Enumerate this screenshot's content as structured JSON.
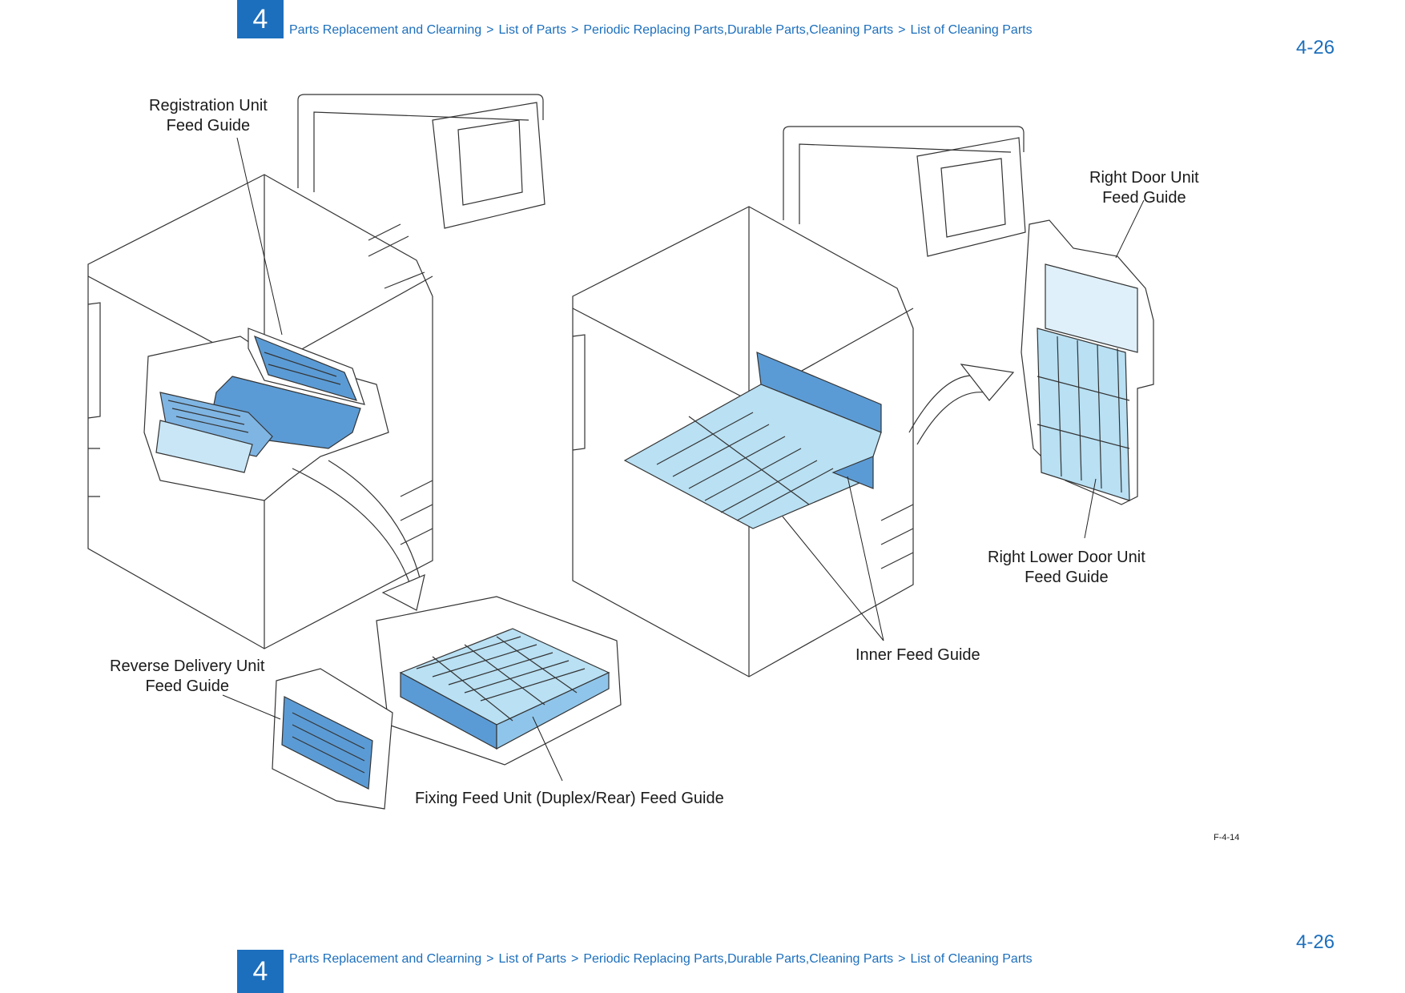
{
  "header": {
    "chapter_number": "4",
    "breadcrumb": [
      "Parts Replacement and Clearning",
      "List of Parts",
      "Periodic Replacing Parts,Durable Parts,Cleaning Parts",
      "List of Cleaning Parts"
    ],
    "page_number": "4-26"
  },
  "labels": {
    "registration_line1": "Registration Unit",
    "registration_line2": "Feed Guide",
    "right_door_line1": "Right Door Unit",
    "right_door_line2": "Feed Guide",
    "right_lower_line1": "Right Lower Door Unit",
    "right_lower_line2": "Feed Guide",
    "inner_feed": "Inner Feed Guide",
    "reverse_line1": "Reverse Delivery Unit",
    "reverse_line2": "Feed Guide",
    "fixing_feed": "Fixing Feed Unit (Duplex/Rear) Feed Guide"
  },
  "figure_id": "F-4-14",
  "footer": {
    "chapter_number": "4",
    "breadcrumb": [
      "Parts Replacement and Clearning",
      "List of Parts",
      "Periodic Replacing Parts,Durable Parts,Cleaning Parts",
      "List of Cleaning Parts"
    ],
    "page_number": "4-26"
  },
  "colors": {
    "accent": "#1c6fbd",
    "highlight_dark": "#5b9bd5",
    "highlight_light": "#b9e0f3"
  }
}
